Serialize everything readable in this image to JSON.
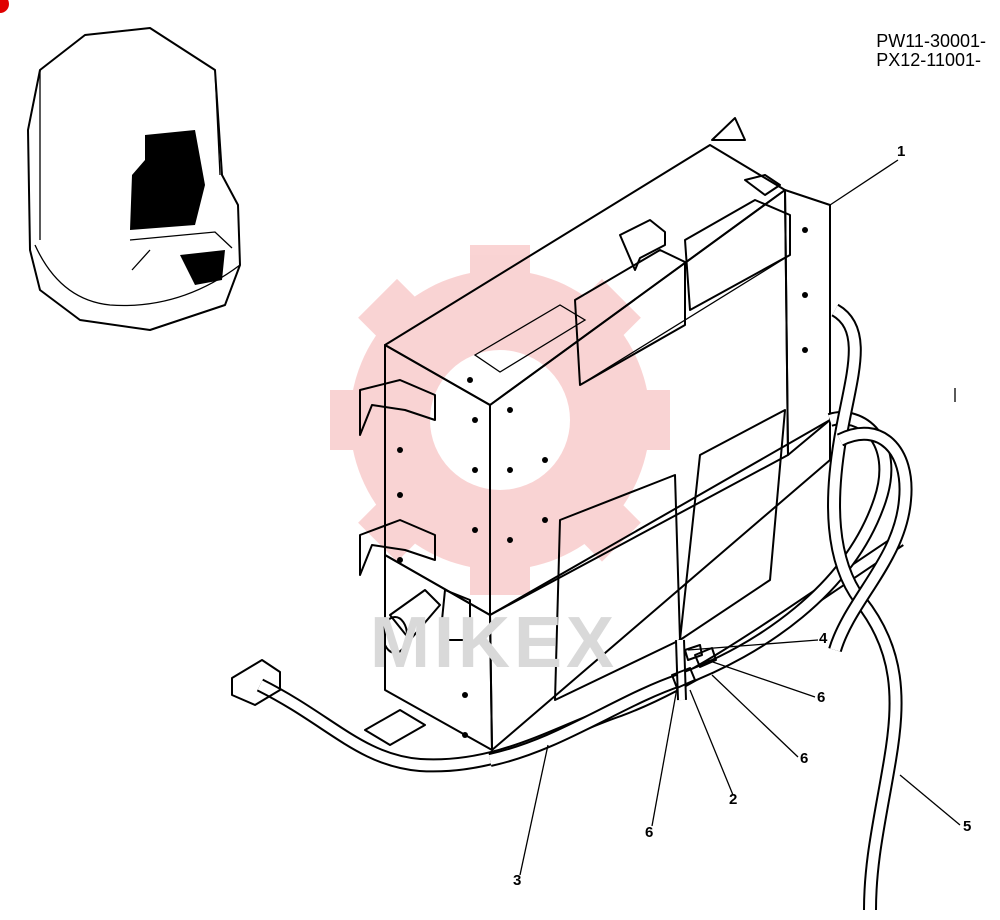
{
  "serial_numbers": [
    "PW11-30001-",
    "PX12-11001-"
  ],
  "watermark": "MIKEX",
  "part_labels": [
    {
      "id": "1",
      "text": "1"
    },
    {
      "id": "2",
      "text": "2"
    },
    {
      "id": "3",
      "text": "3"
    },
    {
      "id": "4",
      "text": "4"
    },
    {
      "id": "5",
      "text": "5"
    },
    {
      "id": "6a",
      "text": "6"
    },
    {
      "id": "6b",
      "text": "6"
    },
    {
      "id": "6c",
      "text": "6"
    }
  ],
  "colors": {
    "line": "#000000",
    "watermark": "#f6b8b8",
    "background": "#ffffff"
  }
}
